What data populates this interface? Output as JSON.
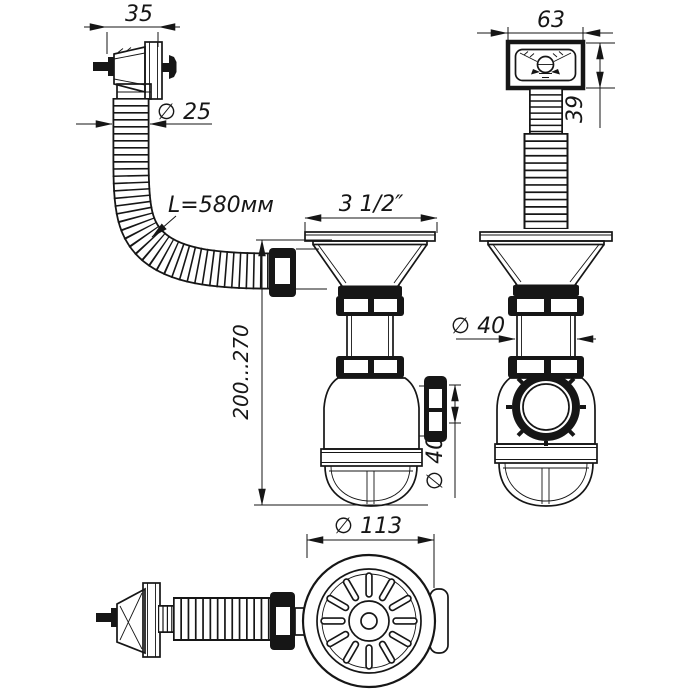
{
  "drawing": {
    "background": "#ffffff",
    "line_color": "#161616",
    "description": "Technical drawing of kitchen sink bottle trap siphon with overflow and corrugated hose, three views",
    "labels": {
      "overflow_depth": "35",
      "hose_diameter": "∅ 25",
      "hose_length": "L=580мм",
      "strainer_size": "3 1/2″",
      "install_height": "200...270",
      "overflow_width": "63",
      "overflow_height": "39",
      "pipe_diameter": "∅ 40",
      "outlet_diameter": "∅ 40",
      "flange_diameter": "∅ 113"
    }
  }
}
